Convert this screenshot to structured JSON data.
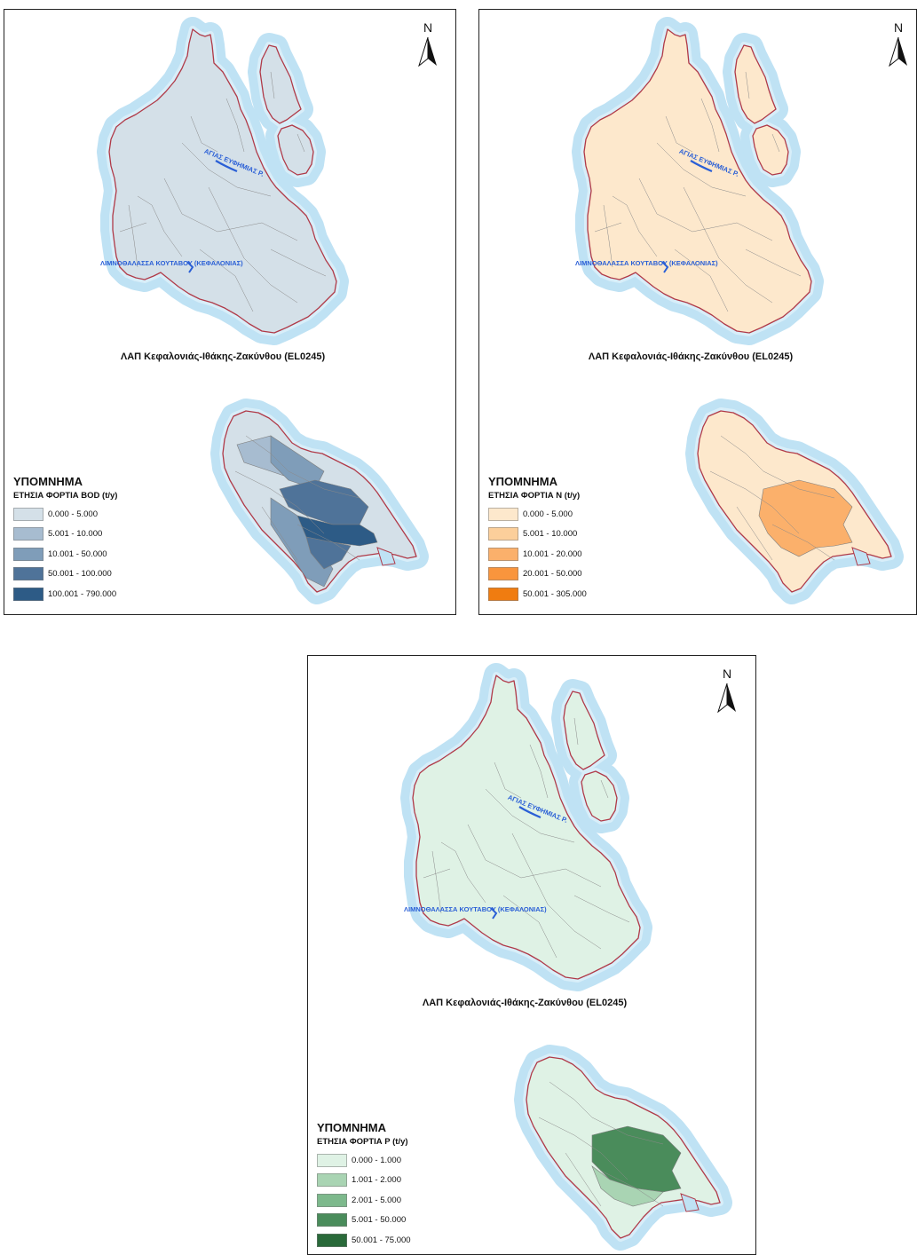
{
  "north_label": "N",
  "river_label": "ΑΓΙΑΣ ΕΥΦΗΜΙΑΣ Ρ.",
  "lake_label": "ΛΙΜΝΟΘΑΛΑΣΣΑ ΚΟΥΤΑΒΟΥ (ΚΕΦΑΛΟΝΙΑΣ)",
  "basin_caption": "ΛΑΠ Κεφαλονιάς-Ιθάκης-Ζακύνθου (EL0245)",
  "legend_title": "ΥΠΟΜΝΗΜΑ",
  "panels": [
    {
      "id": "bod",
      "legend_subtitle": "ΕΤΗΣΙΑ ΦΟΡΤΙΑ BOD (t/y)",
      "base_fill": "#d4e0e8",
      "classes": [
        {
          "label": "0.000 - 5.000",
          "color": "#d4e0e8"
        },
        {
          "label": "5.001 - 10.000",
          "color": "#a7bcd0"
        },
        {
          "label": "10.001 - 50.000",
          "color": "#7f9db9"
        },
        {
          "label": "50.001 - 100.000",
          "color": "#4f7399"
        },
        {
          "label": "100.001 - 790.000",
          "color": "#2d5b86"
        }
      ]
    },
    {
      "id": "n",
      "legend_subtitle": "ΕΤΗΣΙΑ ΦΟΡΤΙΑ N (t/y)",
      "base_fill": "#fde8cc",
      "classes": [
        {
          "label": "0.000 - 5.000",
          "color": "#fde8cc"
        },
        {
          "label": "5.001 - 10.000",
          "color": "#fccf9b"
        },
        {
          "label": "10.001 - 20.000",
          "color": "#fbb06b"
        },
        {
          "label": "20.001 - 50.000",
          "color": "#f9953d"
        },
        {
          "label": "50.001 - 305.000",
          "color": "#f07c10"
        }
      ]
    },
    {
      "id": "p",
      "legend_subtitle": "ΕΤΗΣΙΑ ΦΟΡΤΙΑ P (t/y)",
      "base_fill": "#dff2e5",
      "classes": [
        {
          "label": "0.000 - 1.000",
          "color": "#dff2e5"
        },
        {
          "label": "1.001 - 2.000",
          "color": "#a9d4b3"
        },
        {
          "label": "2.001 - 5.000",
          "color": "#7db98c"
        },
        {
          "label": "5.001 - 50.000",
          "color": "#4a8c5b"
        },
        {
          "label": "50.001 - 75.000",
          "color": "#2a6a3a"
        }
      ]
    }
  ]
}
